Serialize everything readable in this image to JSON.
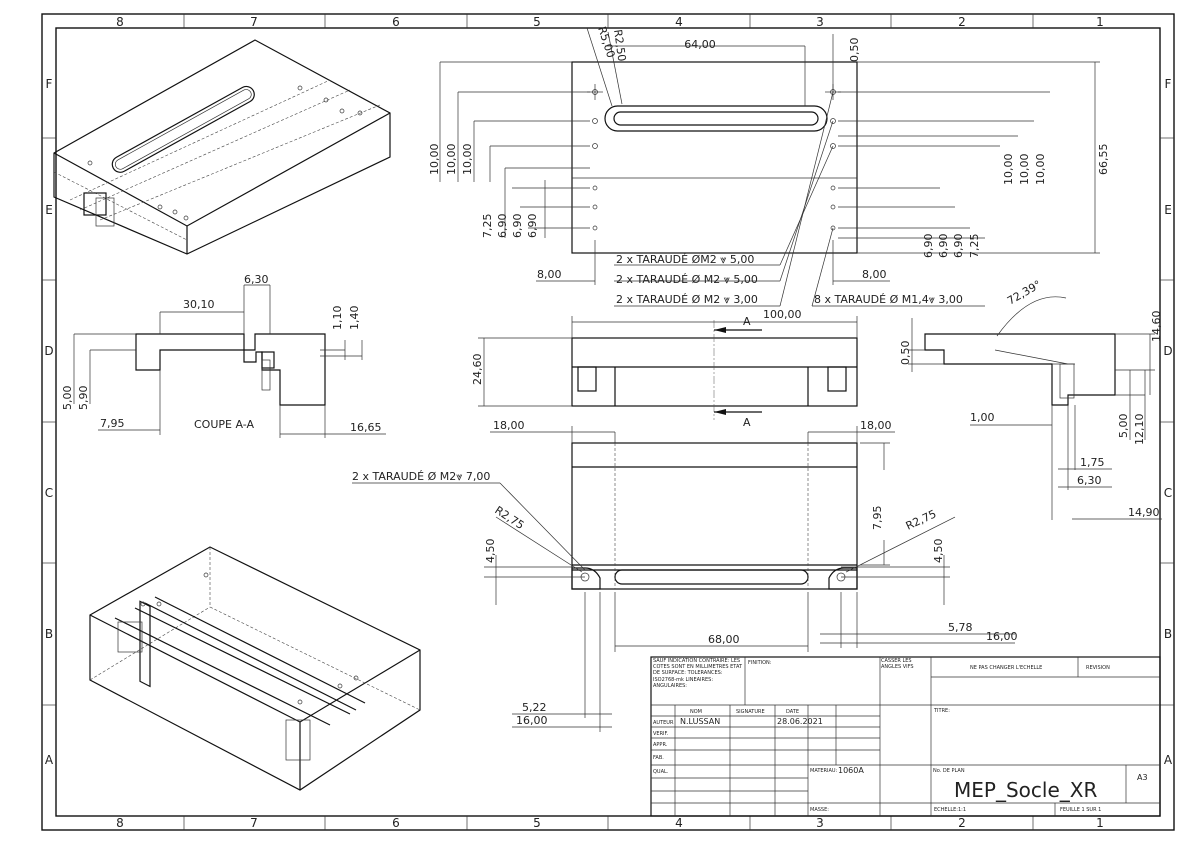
{
  "zones": {
    "columns": [
      "8",
      "7",
      "6",
      "5",
      "4",
      "3",
      "2",
      "1"
    ],
    "rows": [
      "F",
      "E",
      "D",
      "C",
      "B",
      "A"
    ]
  },
  "top_view": {
    "dims": {
      "r500": "R5,00",
      "r250": "R2,50",
      "w6400": "64,00",
      "d050": "0,50",
      "d1000a": "10,00",
      "d1000b": "10,00",
      "d1000c": "10,00",
      "d1000d": "10,00",
      "d1000e": "10,00",
      "d1000f": "10,00",
      "d6655": "66,55",
      "d725a": "7,25",
      "d690a": "6,90",
      "d690b": "6,90",
      "d690c": "6,90",
      "d690d": "6,90",
      "d690e": "6,90",
      "d690f": "6,90",
      "d725b": "7,25",
      "d800a": "8,00",
      "d800b": "8,00"
    },
    "callouts": {
      "c1": "2 x TARAUDÉ ØM2 ⩔ 5,00",
      "c2": "2 x TARAUDÉ Ø M2 ⩔ 5,00",
      "c3": "2 x TARAUDÉ Ø M2 ⩔ 3,00",
      "c4": "8 x TARAUDÉ Ø M1,4⩔ 3,00"
    }
  },
  "section_view": {
    "label": "COUPE A-A",
    "dims": {
      "d630": "6,30",
      "d3010": "30,10",
      "d110": "1,10",
      "d140": "1,40",
      "d500": "5,00",
      "d590": "5,90",
      "d795": "7,95",
      "d1665": "16,65"
    }
  },
  "front_view": {
    "section_mark": "A",
    "dims": {
      "d10000": "100,00",
      "d2460": "24,60"
    }
  },
  "side_view": {
    "dims": {
      "angle": "72,39°",
      "d1460": "14,60",
      "d050": "0,50",
      "d100": "1,00",
      "d500": "5,00",
      "d1210": "12,10",
      "d175": "1,75",
      "d630": "6,30",
      "d1490": "14,90"
    }
  },
  "bottom_view": {
    "callout": "2 x TARAUDÉ Ø M2⩔ 7,00",
    "dims": {
      "d1800a": "18,00",
      "d1800b": "18,00",
      "d795": "7,95",
      "r275a": "R2,75",
      "r275b": "R2,75",
      "d450a": "4,50",
      "d450b": "4,50",
      "d6800": "68,00",
      "d578": "5,78",
      "d1600a": "16,00",
      "d522": "5,22",
      "d1600b": "16,00"
    }
  },
  "title_block": {
    "general": "SAUF INDICATION CONTRAIRE: LES COTES SONT EN MILLIMETRES ETAT DE SURFACE: TOLERANCES: ISO2768-mk LINEAIRES: ANGULAIRES:",
    "finition": "FINITION:",
    "casser": "CASSER LES ANGLES VIFS",
    "scale_note": "NE PAS CHANGER L'ECHELLE",
    "revision": "REVISION",
    "col_nom": "NOM",
    "col_signature": "SIGNATURE",
    "col_date": "DATE",
    "row_auteur": "AUTEUR",
    "row_verif": "VERIF.",
    "row_appr": "APPR.",
    "row_fab": "FAB.",
    "row_qual": "QUAL.",
    "author": "N.LUSSAN",
    "date": "28.06.2021",
    "titre": "TITRE:",
    "materiau_label": "MATERIAU:",
    "materiau": "1060A",
    "no_plan_label": "No. DE PLAN",
    "drawing_number": "MEP_Socle_XR",
    "format": "A3",
    "masse": "MASSE:",
    "echelle": "ECHELLE:1:1",
    "feuille": "FEUILLE 1 SUR 1"
  }
}
